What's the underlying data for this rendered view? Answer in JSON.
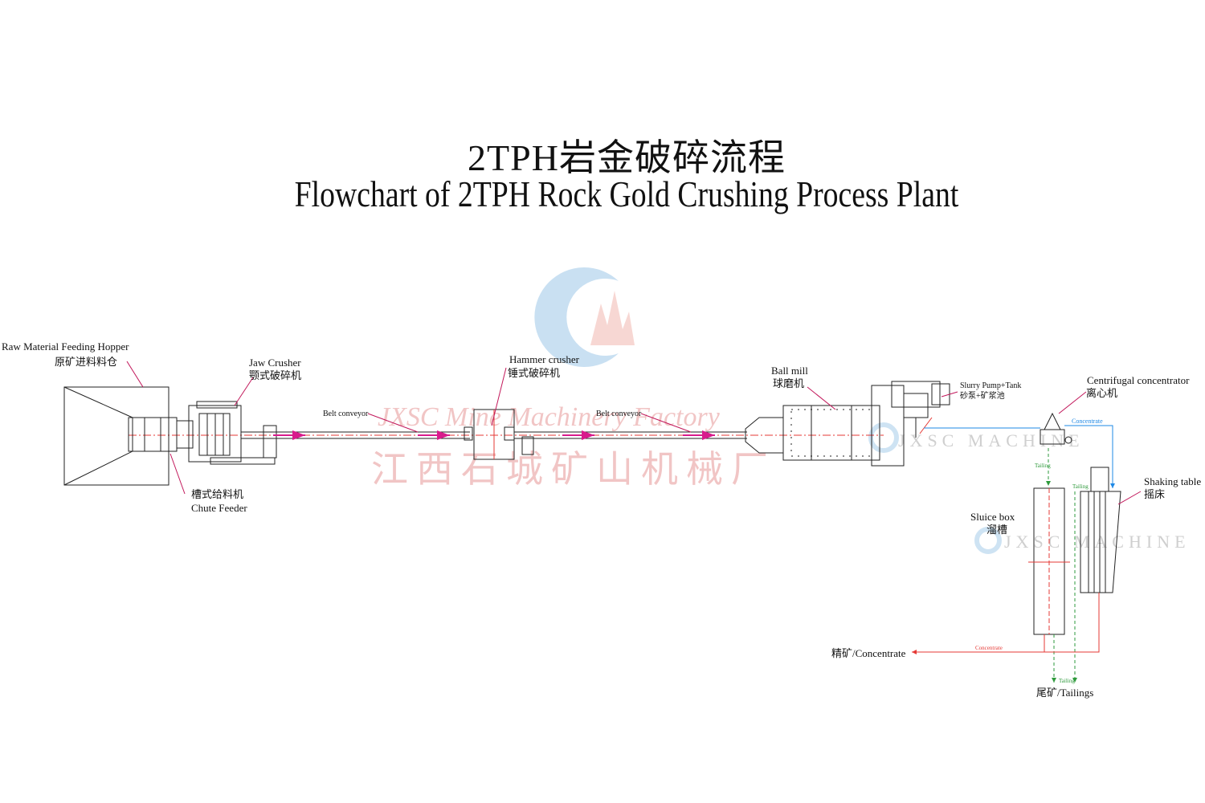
{
  "title_zh": "2TPH岩金破碎流程",
  "title_en": "Flowchart of 2TPH Rock Gold Crushing Process Plant",
  "watermark": {
    "en": "JXSC Mine Machinery Factory",
    "zh": "江西石城矿山机械厂",
    "small_1": "JXSC MACHINE",
    "small_2": "JXSC MACHINE"
  },
  "equipment": {
    "hopper": {
      "en": "Raw Material Feeding Hopper",
      "zh": "原矿进料料仓"
    },
    "jaw_crusher": {
      "en": "Jaw Crusher",
      "zh": "颚式破碎机"
    },
    "chute_feeder": {
      "en": "Chute Feeder",
      "zh": "槽式给料机"
    },
    "hammer_crusher": {
      "en": "Hammer crusher",
      "zh": "锤式破碎机"
    },
    "ball_mill": {
      "en": "Ball mill",
      "zh": "球磨机"
    },
    "slurry_pump": {
      "en": "Slurry Pump+Tank",
      "zh": "砂泵+矿浆池"
    },
    "centrifugal": {
      "en": "Centrifugal concentrator",
      "zh": "离心机"
    },
    "shaking_table": {
      "en": "Shaking table",
      "zh": "摇床"
    },
    "sluice_box": {
      "en": "Sluice box",
      "zh": "溜槽"
    }
  },
  "flows": {
    "belt_conveyor_1": "Belt conveyor",
    "belt_conveyor_2": "Belt conveyor",
    "concentrate_top": "Concentrate",
    "concentrate_bottom": "Concentrate",
    "tailing_1": "Tailing",
    "tailing_2": "Tailing",
    "tailing_3": "Tailing"
  },
  "outputs": {
    "concentrate": "精矿/Concentrate",
    "tailings": "尾矿/Tailings"
  },
  "colors": {
    "line": "#222222",
    "leader": "#c2185b",
    "process_line": "#e53935",
    "conveyor_arrow": "#d81b8c",
    "concentrate_blue": "#1e88e5",
    "tailing_green": "#2e9a3c",
    "watermark": "#e8a0a0",
    "logo_blue": "#9ec8e8"
  }
}
